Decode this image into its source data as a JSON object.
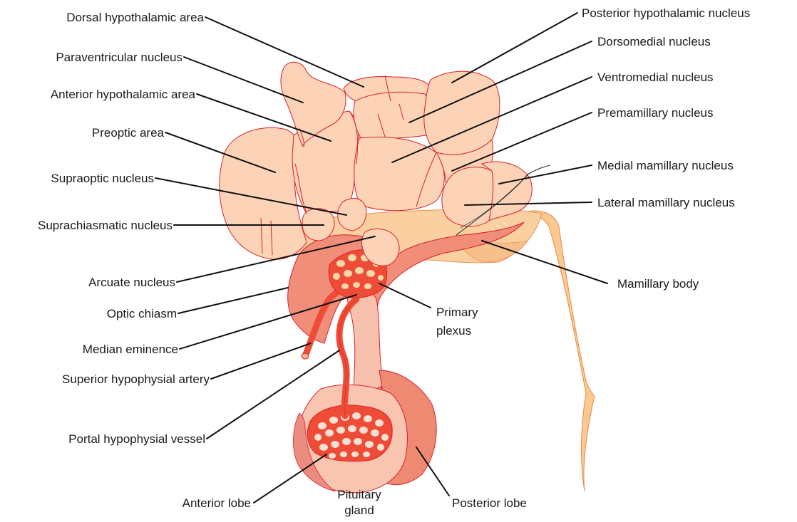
{
  "labels": {
    "dorsal_hypothalamic_area": "Dorsal hypothalamic area",
    "paraventricular_nucleus": "Paraventricular nucleus",
    "anterior_hypothalamic_area": "Anterior hypothalamic area",
    "preoptic_area": "Preoptic area",
    "supraoptic_nucleus": "Supraoptic nucleus",
    "suprachiasmatic_nucleus": "Suprachiasmatic nucleus",
    "arcuate_nucleus": "Arcuate nucleus",
    "optic_chiasm": "Optic chiasm",
    "median_eminence": "Median eminence",
    "superior_hypophysial_artery": "Superior hypophysial artery",
    "portal_hypophysial_vessel": "Portal hypophysial vessel",
    "anterior_lobe": "Anterior lobe",
    "pituitary_gland_line1": "Pituitary",
    "pituitary_gland_line2": "gland",
    "posterior_lobe": "Posterior lobe",
    "primary_plexus_line1": "Primary",
    "primary_plexus_line2": "plexus",
    "mamillary_body": "Mamillary body",
    "lateral_mamillary_nucleus": "Lateral mamillary nucleus",
    "medial_mamillary_nucleus": "Medial mamillary nucleus",
    "premamillary_nucleus": "Premamillary nucleus",
    "ventromedial_nucleus": "Ventromedial nucleus",
    "dorsomedial_nucleus": "Dorsomedial nucleus",
    "posterior_hypothalamic_nucleus": "Posterior hypothalamic nucleus"
  },
  "colors": {
    "nucleus_fill": "#fcd3b6",
    "nucleus_outline": "#d8202c",
    "stalk_fill": "#f2917a",
    "vessel": "#ee4c36",
    "mamillary_tract": "#fbc98f",
    "leader_line": "#111111"
  }
}
